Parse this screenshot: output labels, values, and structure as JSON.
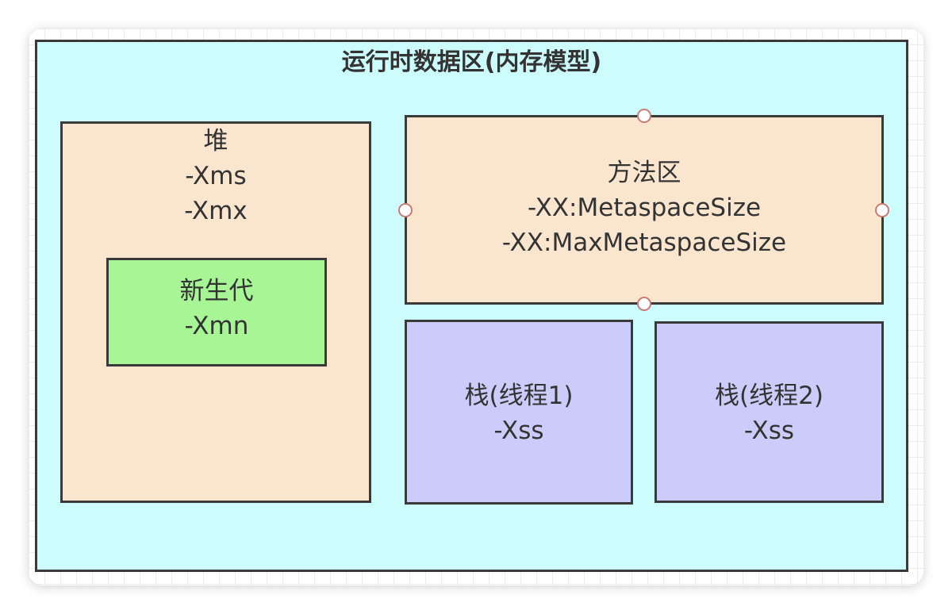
{
  "diagram": {
    "title": "运行时数据区(内存模型)",
    "heap": {
      "lines": [
        "堆",
        "-Xms",
        "-Xmx"
      ]
    },
    "young_gen": {
      "lines": [
        "新生代",
        "-Xmn"
      ]
    },
    "method_area": {
      "lines": [
        "方法区",
        "-XX:MetaspaceSize",
        "-XX:MaxMetaspaceSize"
      ]
    },
    "stack1": {
      "lines": [
        "栈(线程1)",
        "-Xss"
      ]
    },
    "stack2": {
      "lines": [
        "栈(线程2)",
        "-Xss"
      ]
    }
  },
  "colors": {
    "outer_fill": "#ccfcfc",
    "heap_fill": "#fae5cf",
    "young_fill": "#a8f596",
    "method_fill": "#fae5cf",
    "stack_fill": "#ccccfb",
    "border": "#3a3a3a",
    "selection_handle_border": "#c97b74"
  }
}
